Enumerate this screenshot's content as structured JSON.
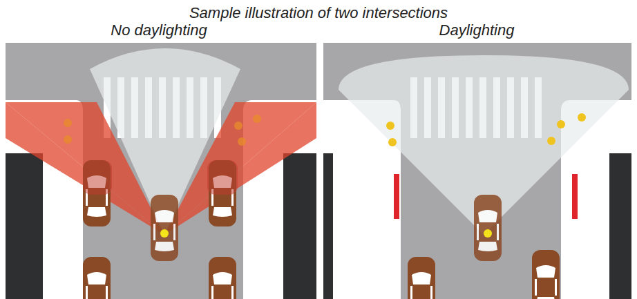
{
  "diagram": {
    "title": "Sample illustration of two intersections",
    "labels": [
      "No daylighting",
      "Daylighting"
    ]
  }
}
